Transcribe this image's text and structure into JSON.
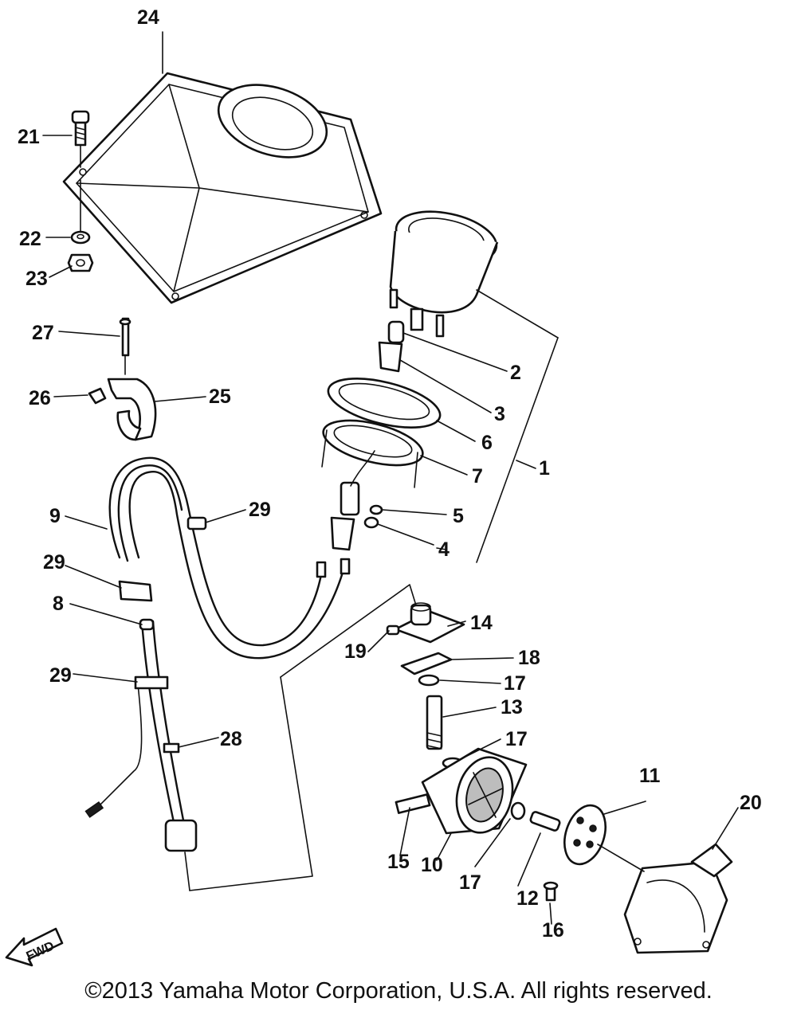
{
  "callouts": {
    "c24": "24",
    "c21": "21",
    "c22": "22",
    "c23": "23",
    "c27": "27",
    "c26": "26",
    "c25": "25",
    "c2": "2",
    "c3": "3",
    "c6": "6",
    "c1": "1",
    "c7": "7",
    "c5": "5",
    "c4": "4",
    "c9": "9",
    "c29a": "29",
    "c29b": "29",
    "c8": "8",
    "c29c": "29",
    "c28": "28",
    "c14": "14",
    "c19": "19",
    "c18": "18",
    "c17a": "17",
    "c13": "13",
    "c17b": "17",
    "c11": "11",
    "c20": "20",
    "c15": "15",
    "c10": "10",
    "c17c": "17",
    "c12": "12",
    "c16": "16"
  },
  "fwd_label": "FWD",
  "copyright": "©2013 Yamaha Motor Corporation, U.S.A. All rights reserved."
}
